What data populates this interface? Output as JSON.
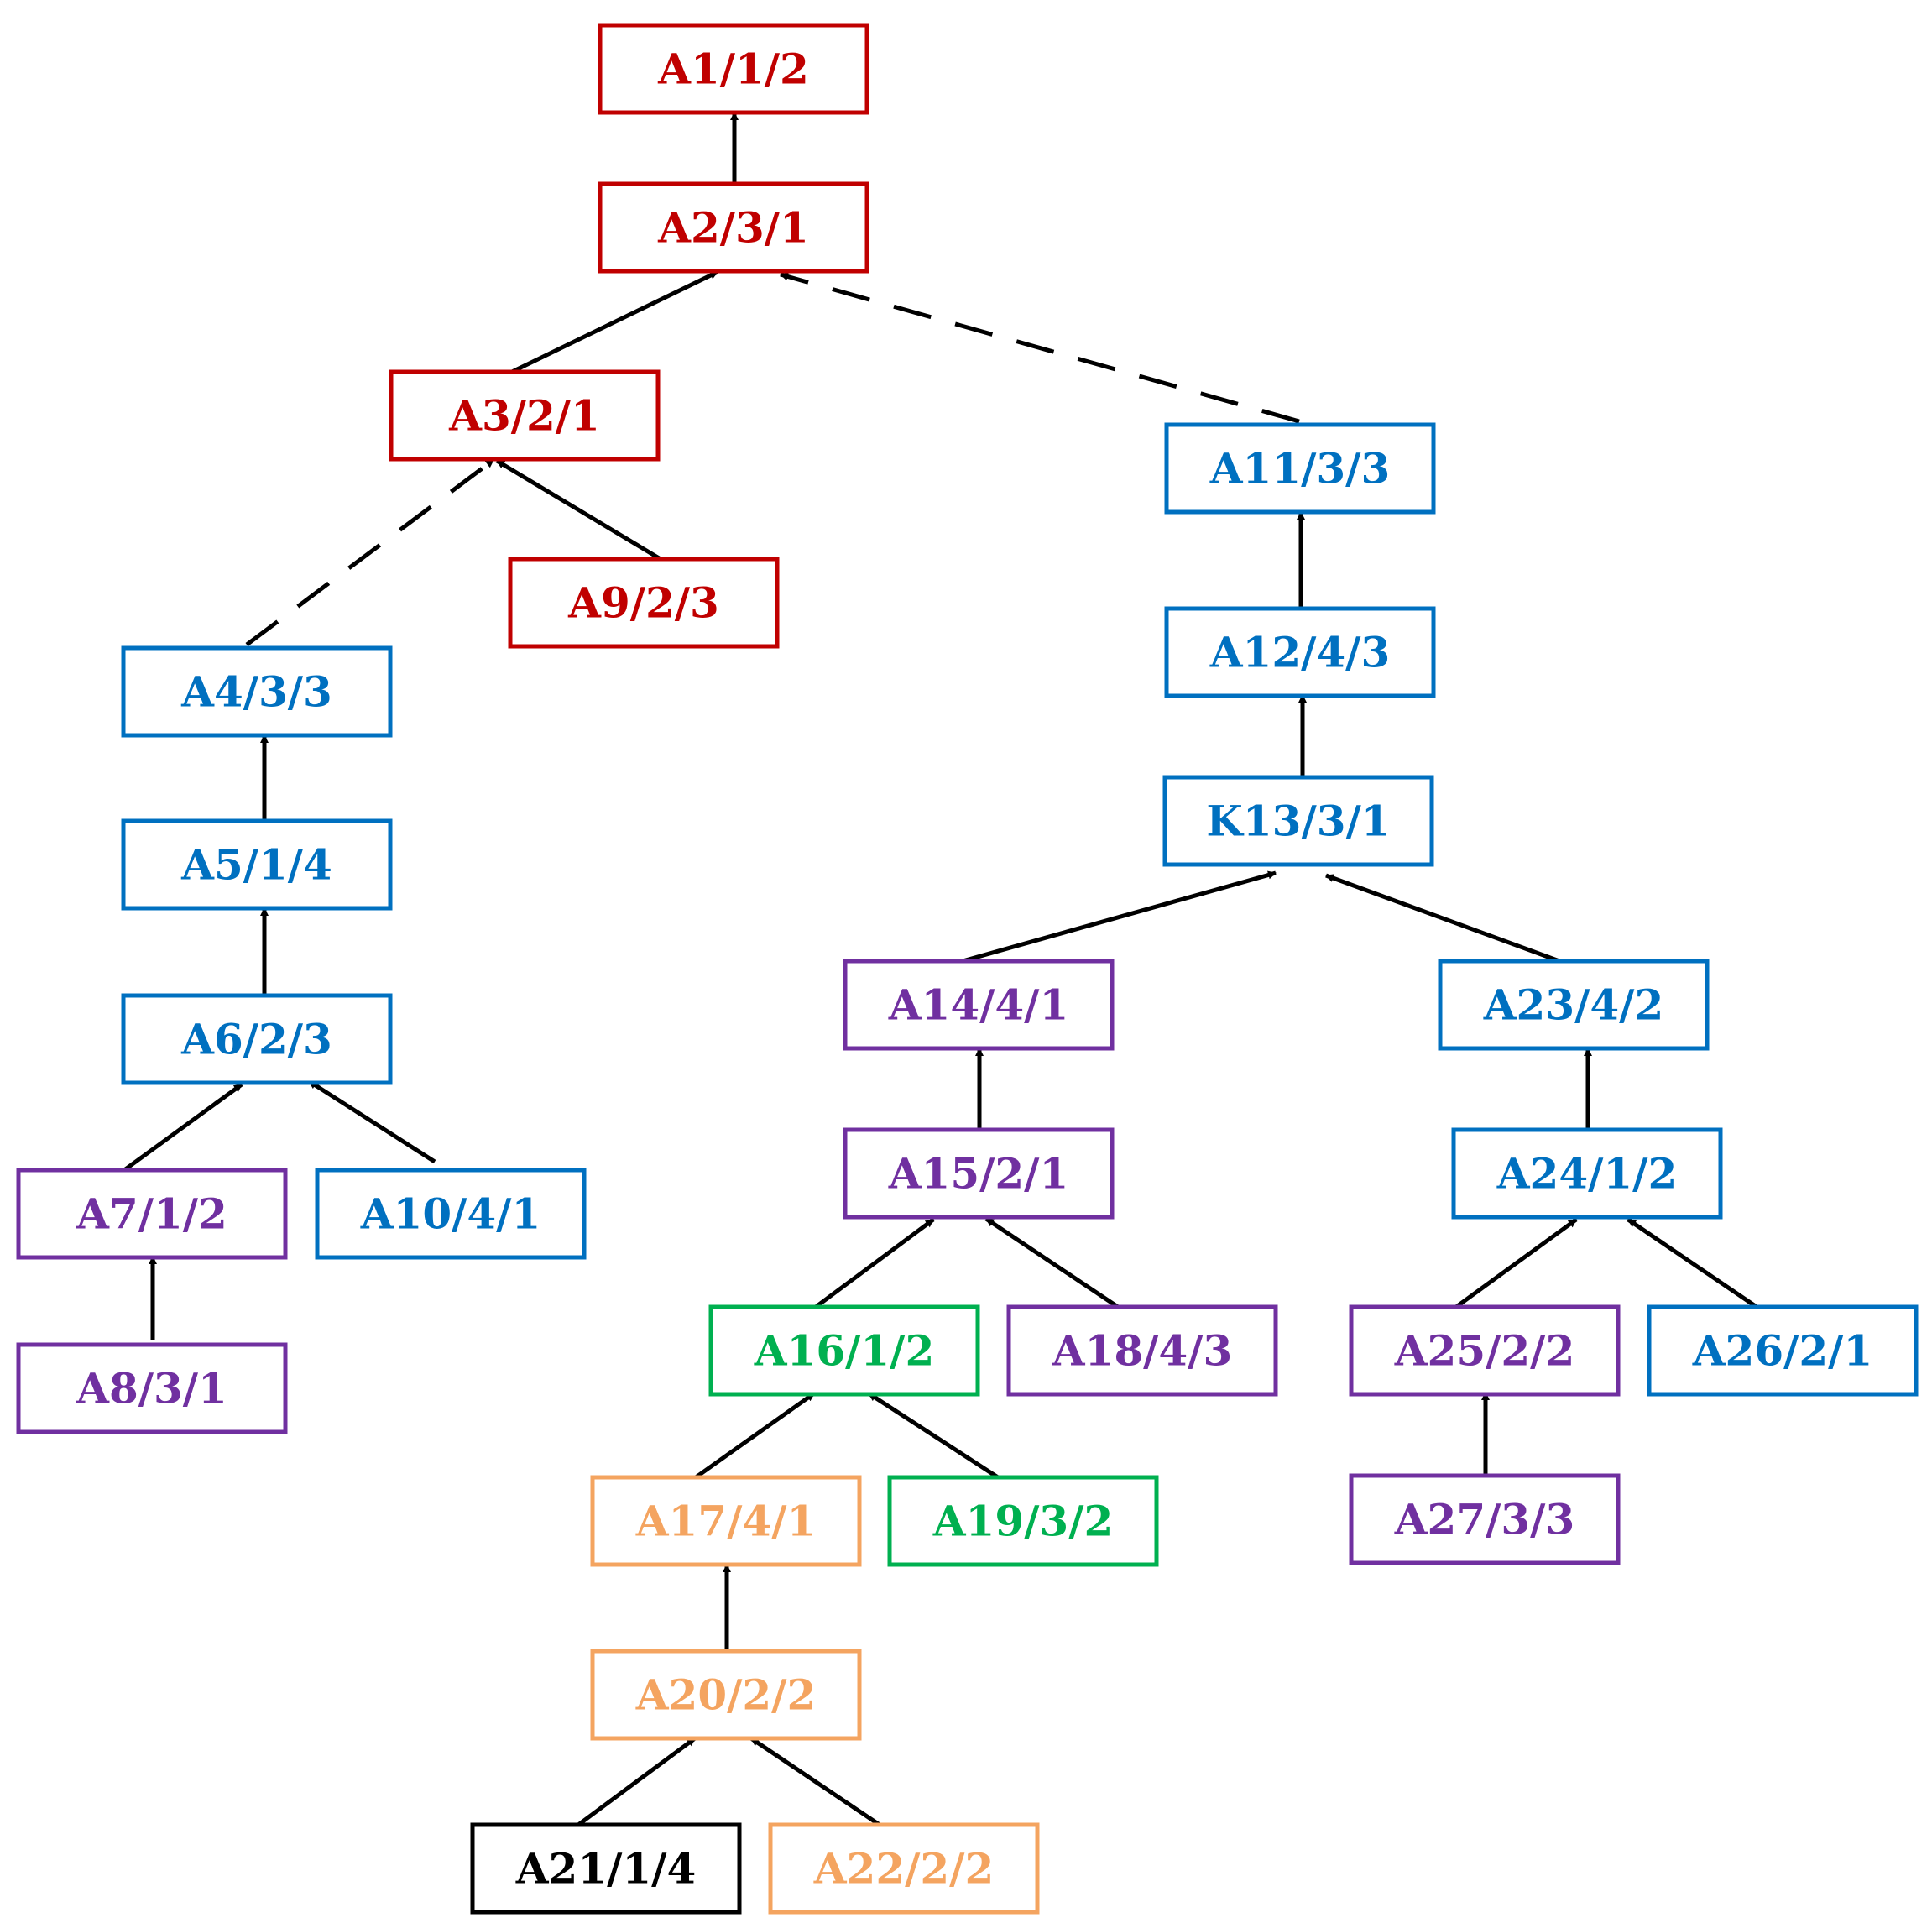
{
  "colors": {
    "red": "#C00000",
    "blue": "#0070C0",
    "purple": "#7030A0",
    "green": "#00B050",
    "orange": "#F4A460",
    "black": "#000000",
    "edge": "#000000"
  },
  "nodes": [
    {
      "id": "A1",
      "label": "A1/1/2",
      "color": "red"
    },
    {
      "id": "A2",
      "label": "A2/3/1",
      "color": "red"
    },
    {
      "id": "A3",
      "label": "A3/2/1",
      "color": "red"
    },
    {
      "id": "A9",
      "label": "A9/2/3",
      "color": "red"
    },
    {
      "id": "A4",
      "label": "A4/3/3",
      "color": "blue"
    },
    {
      "id": "A5",
      "label": "A5/1/4",
      "color": "blue"
    },
    {
      "id": "A6",
      "label": "A6/2/3",
      "color": "blue"
    },
    {
      "id": "A7",
      "label": "A7/1/2",
      "color": "purple"
    },
    {
      "id": "A10",
      "label": "A10/4/1",
      "color": "blue"
    },
    {
      "id": "A8",
      "label": "A8/3/1",
      "color": "purple"
    },
    {
      "id": "A11",
      "label": "A11/3/3",
      "color": "blue"
    },
    {
      "id": "A12",
      "label": "A12/4/3",
      "color": "blue"
    },
    {
      "id": "K13",
      "label": "K13/3/1",
      "color": "blue"
    },
    {
      "id": "A14",
      "label": "A14/4/1",
      "color": "purple"
    },
    {
      "id": "A23",
      "label": "A23/4/2",
      "color": "blue"
    },
    {
      "id": "A15",
      "label": "A15/2/1",
      "color": "purple"
    },
    {
      "id": "A24",
      "label": "A24/1/2",
      "color": "blue"
    },
    {
      "id": "A16",
      "label": "A16/1/2",
      "color": "green"
    },
    {
      "id": "A18",
      "label": "A18/4/3",
      "color": "purple"
    },
    {
      "id": "A25",
      "label": "A25/2/2",
      "color": "purple"
    },
    {
      "id": "A26",
      "label": "A26/2/1",
      "color": "blue"
    },
    {
      "id": "A17",
      "label": "A17/4/1",
      "color": "orange"
    },
    {
      "id": "A19",
      "label": "A19/3/2",
      "color": "green"
    },
    {
      "id": "A27",
      "label": "A27/3/3",
      "color": "purple"
    },
    {
      "id": "A20",
      "label": "A20/2/2",
      "color": "orange"
    },
    {
      "id": "A21",
      "label": "A21/1/4",
      "color": "black"
    },
    {
      "id": "A22",
      "label": "A22/2/2",
      "color": "orange"
    }
  ],
  "edges": [
    {
      "from": "A2",
      "to": "A1",
      "style": "solid"
    },
    {
      "from": "A3",
      "to": "A2",
      "style": "solid"
    },
    {
      "from": "A11",
      "to": "A2",
      "style": "dashed"
    },
    {
      "from": "A4",
      "to": "A3",
      "style": "dashed"
    },
    {
      "from": "A9",
      "to": "A3",
      "style": "solid"
    },
    {
      "from": "A5",
      "to": "A4",
      "style": "solid"
    },
    {
      "from": "A6",
      "to": "A5",
      "style": "solid"
    },
    {
      "from": "A7",
      "to": "A6",
      "style": "solid"
    },
    {
      "from": "A10",
      "to": "A6",
      "style": "solid"
    },
    {
      "from": "A8",
      "to": "A7",
      "style": "solid"
    },
    {
      "from": "A12",
      "to": "A11",
      "style": "solid"
    },
    {
      "from": "K13",
      "to": "A12",
      "style": "solid"
    },
    {
      "from": "A14",
      "to": "K13",
      "style": "solid"
    },
    {
      "from": "A23",
      "to": "K13",
      "style": "solid"
    },
    {
      "from": "A15",
      "to": "A14",
      "style": "solid"
    },
    {
      "from": "A16",
      "to": "A15",
      "style": "solid"
    },
    {
      "from": "A18",
      "to": "A15",
      "style": "solid"
    },
    {
      "from": "A17",
      "to": "A16",
      "style": "solid"
    },
    {
      "from": "A19",
      "to": "A16",
      "style": "solid"
    },
    {
      "from": "A20",
      "to": "A17",
      "style": "solid"
    },
    {
      "from": "A21",
      "to": "A20",
      "style": "solid"
    },
    {
      "from": "A22",
      "to": "A20",
      "style": "solid"
    },
    {
      "from": "A24",
      "to": "A23",
      "style": "solid"
    },
    {
      "from": "A25",
      "to": "A24",
      "style": "solid"
    },
    {
      "from": "A26",
      "to": "A24",
      "style": "solid"
    },
    {
      "from": "A27",
      "to": "A25",
      "style": "solid"
    }
  ]
}
